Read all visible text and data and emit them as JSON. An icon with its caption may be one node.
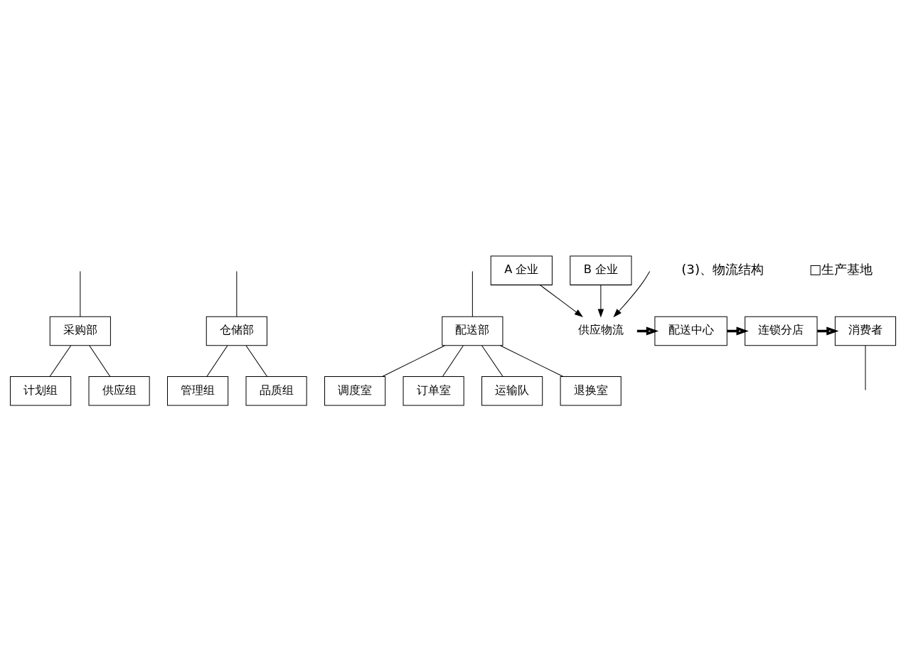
{
  "diagram": {
    "nodes": [
      {
        "text": [
          "采购部"
        ]
      },
      {
        "text": [
          "仓储部"
        ]
      },
      {
        "text": [
          "配送部"
        ]
      },
      {
        "text": [
          "计划组"
        ]
      },
      {
        "text": [
          "供应组"
        ]
      },
      {
        "text": [
          "管理组"
        ]
      },
      {
        "text": [
          "品质组"
        ]
      },
      {
        "text": [
          "调度室"
        ]
      },
      {
        "text": [
          "订单室"
        ]
      },
      {
        "text": [
          "运输队"
        ]
      },
      {
        "text": [
          "退换室"
        ]
      },
      {
        "text": [
          "A 企业"
        ]
      },
      {
        "text": [
          "B 企业"
        ]
      },
      {
        "text": [
          "供应物流"
        ]
      },
      {
        "text": [
          "配送中心"
        ]
      },
      {
        "text": [
          "连锁分店"
        ]
      },
      {
        "text": [
          "消费者"
        ]
      }
    ],
    "edges": [
      {
        "from": null,
        "to": 0,
        "arrow": "none"
      },
      {
        "from": null,
        "to": 1,
        "arrow": "none"
      },
      {
        "from": null,
        "to": 2,
        "arrow": "none"
      },
      {
        "from": 0,
        "to": 3,
        "arrow": "none"
      },
      {
        "from": 0,
        "to": 4,
        "arrow": "none"
      },
      {
        "from": 1,
        "to": 5,
        "arrow": "none"
      },
      {
        "from": 1,
        "to": 6,
        "arrow": "none"
      },
      {
        "from": 2,
        "to": 7,
        "arrow": "none"
      },
      {
        "from": 2,
        "to": 8,
        "arrow": "none"
      },
      {
        "from": 2,
        "to": 9,
        "arrow": "none"
      },
      {
        "from": 2,
        "to": 10,
        "arrow": "none"
      },
      {
        "from": 11,
        "to": 13,
        "arrow": "to"
      },
      {
        "from": 12,
        "to": 13,
        "arrow": "to"
      },
      {
        "from": null,
        "to": 13,
        "arrow": "to"
      },
      {
        "from": 13,
        "to": 14,
        "arrow": "to",
        "style": "thick"
      },
      {
        "from": 14,
        "to": 15,
        "arrow": "to",
        "style": "thick"
      },
      {
        "from": 15,
        "to": 16,
        "arrow": "to",
        "style": "thick"
      },
      {
        "from": 16,
        "to": null,
        "arrow": "none"
      }
    ],
    "labels": [
      "(3)、物流结构",
      "□生产基地"
    ]
  }
}
